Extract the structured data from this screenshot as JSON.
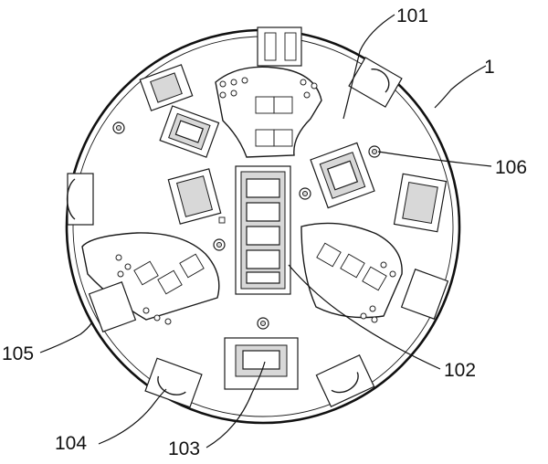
{
  "labels": {
    "l101": "101",
    "l1": "1",
    "l106": "106",
    "l102": "102",
    "l103": "103",
    "l104": "104",
    "l105": "105"
  }
}
